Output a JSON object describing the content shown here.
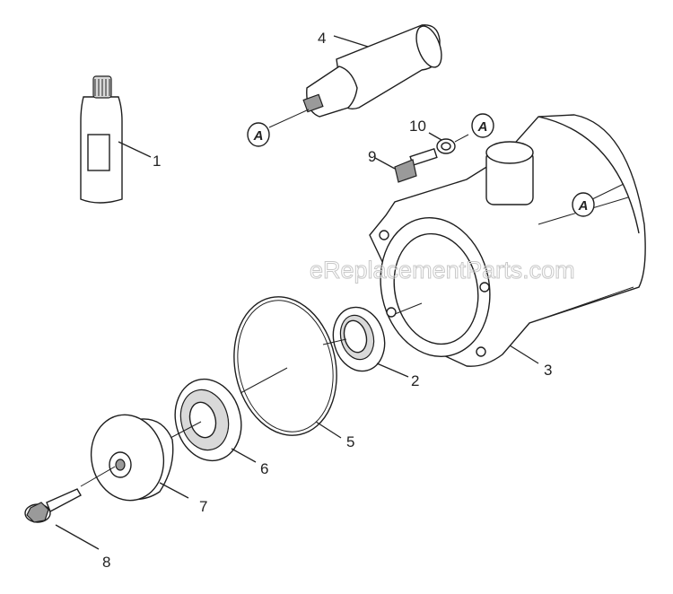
{
  "watermark": "eReplacementParts.com",
  "callouts": [
    {
      "id": "1",
      "label": "1"
    },
    {
      "id": "2",
      "label": "2"
    },
    {
      "id": "3",
      "label": "3"
    },
    {
      "id": "4",
      "label": "4"
    },
    {
      "id": "5",
      "label": "5"
    },
    {
      "id": "6",
      "label": "6"
    },
    {
      "id": "7",
      "label": "7"
    },
    {
      "id": "8",
      "label": "8"
    },
    {
      "id": "9",
      "label": "9"
    },
    {
      "id": "10",
      "label": "10"
    }
  ],
  "reference_marks": [
    "A",
    "A",
    "A"
  ]
}
